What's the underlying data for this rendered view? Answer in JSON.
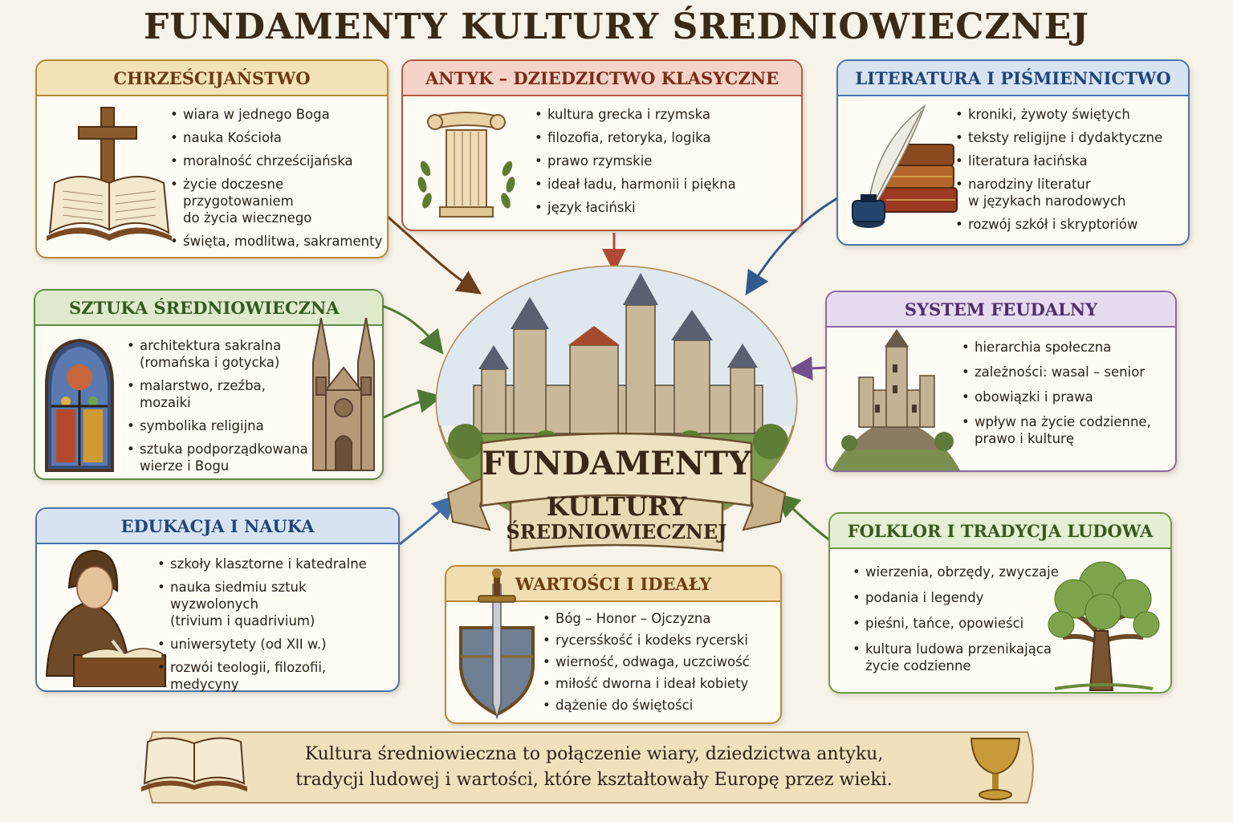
{
  "title": "FUNDAMENTY KULTURY ŚREDNIOWIECZNEJ",
  "center": {
    "line1": "FUNDAMENTY",
    "line2": "KULTURY",
    "line3": "ŚREDNIOWIECZNEJ"
  },
  "sections": {
    "christianity": {
      "title": "CHRZEŚCIJAŃSTWO",
      "items": [
        "wiara w jednego Boga",
        "nauka Kościoła",
        "moralność chrześcijańska",
        "życie doczesne\nprzygotowaniem\ndo życia wiecznego",
        "święta, modlitwa, sakramenty"
      ]
    },
    "antiquity": {
      "title": "ANTYK – DZIEDZICTWO KLASYCZNE",
      "items": [
        "kultura grecka i rzymska",
        "filozofia, retoryka, logika",
        "prawo rzymskie",
        "ideał ładu, harmonii i piękna",
        "język łaciński"
      ]
    },
    "literature": {
      "title": "LITERATURA I PIŚMIENNICTWO",
      "items": [
        "kroniki, żywoty świętych",
        "teksty religijne i dydaktyczne",
        "literatura łacińska",
        "narodziny literatur\nw językach narodowych",
        "rozwój szkół i skryptoriów"
      ]
    },
    "art": {
      "title": "SZTUKA ŚREDNIOWIECZNA",
      "items": [
        "architektura sakralna\n(romańska i gotycka)",
        "malarstwo, rzeźba, mozaiki",
        "symbolika religijna",
        "sztuka podporządkowana\nwierze i Bogu"
      ]
    },
    "feudal": {
      "title": "SYSTEM FEUDALNY",
      "items": [
        "hierarchia społeczna",
        "zależności: wasal – senior",
        "obowiązki i prawa",
        "wpływ na życie codzienne,\nprawo i kulturę"
      ]
    },
    "education": {
      "title": "EDUKACJA I NAUKA",
      "items": [
        "szkoły klasztorne i katedralne",
        "nauka siedmiu sztuk wyzwolonych\n(trivium i quadrivium)",
        "uniwersytety (od XII w.)",
        "rozwói teologii, filozofii, medycyny"
      ]
    },
    "values": {
      "title": "WARTOŚCI I IDEAŁY",
      "items": [
        "Bóg – Honor – Ojczyzna",
        "rycersśkość i kodeks rycerski",
        "wierność, odwaga, uczciwość",
        "miłość dworna i ideał kobiety",
        "dążenie do świętości"
      ]
    },
    "folklore": {
      "title": "FOLKLOR I TRADYCJA LUDOWA",
      "items": [
        "wierzenia, obrzędy, zwyczaje",
        "podania i legendy",
        "pieśni, tańce, opowieści",
        "kultura ludowa przenikająca\nżycie codzienne"
      ]
    }
  },
  "footer": "Kultura średniowieczna to połączenie wiary, dziedzictwa antyku,\ntradycji ludowej i wartości, które kształtowały Europę przez wieki.",
  "icons": [
    "cross-icon",
    "open-book-icon",
    "ionic-column-icon",
    "laurel-icon",
    "quill-icon",
    "inkwell-icon",
    "books-stack-icon",
    "stained-glass-icon",
    "gothic-cathedral-icon",
    "castle-on-hill-icon",
    "monk-scribe-icon",
    "sword-icon",
    "shield-icon",
    "tree-icon",
    "castle-icon",
    "chalice-icon"
  ],
  "colors": {
    "christianity": "#b38a3a",
    "antiquity": "#b05a45",
    "literature": "#4a74aa",
    "art": "#5f8a45",
    "feudal": "#8a6aa3",
    "education": "#4a74aa",
    "values": "#b58a3a",
    "folklore": "#6f9a4a"
  }
}
